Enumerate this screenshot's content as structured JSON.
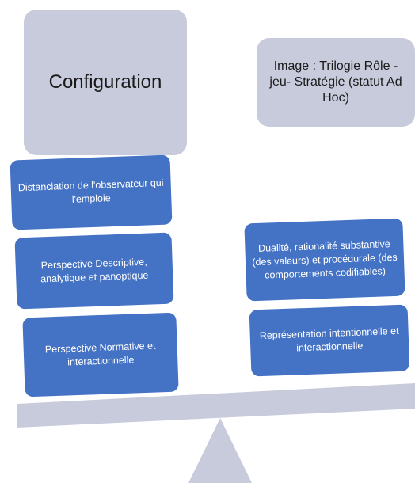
{
  "left": {
    "header": "Configuration",
    "items": [
      "Distanciation de l'observateur qui l'emploie",
      "Perspective Descriptive, analytique et panoptique",
      "Perspective Normative et interactionnelle"
    ]
  },
  "right": {
    "header": "Image : Trilogie Rôle - jeu- Stratégie (statut Ad Hoc)",
    "items": [
      "Dualité, rationalité substantive (des valeurs) et procédurale (des comportements codifiables)",
      "Représentation intentionnelle et interactionnelle"
    ]
  },
  "colors": {
    "header_fill": "#c8cbdc",
    "item_fill": "#4472c4",
    "beam_fill": "#c8cbdc",
    "fulcrum_fill": "#c8cbdc"
  }
}
